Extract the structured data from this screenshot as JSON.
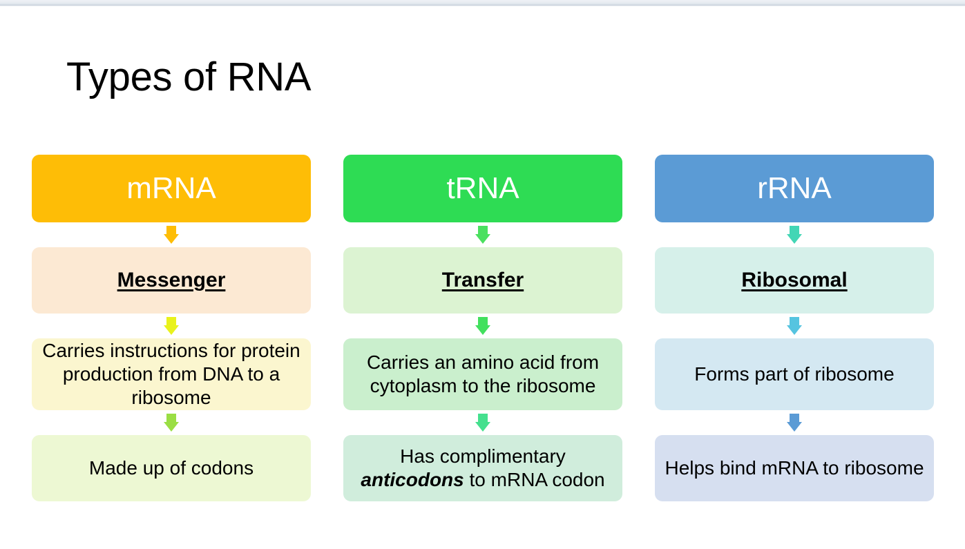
{
  "slide": {
    "title": "Types of RNA",
    "background": "#ffffff"
  },
  "columns": [
    {
      "id": "mrna",
      "header": {
        "label": "mRNA",
        "bg": "#febd06",
        "text": "#ffffff"
      },
      "arrow1": {
        "color": "#febd06",
        "icon": "down-arrow-icon"
      },
      "name": {
        "label": "Messenger",
        "bg": "#fce9d3"
      },
      "arrow2": {
        "color": "#e9f21b",
        "icon": "down-arrow-icon"
      },
      "desc1": {
        "label": "Carries instructions for protein production from DNA to a ribosome",
        "bg": "#fbf6cf"
      },
      "arrow3": {
        "color": "#9ade44",
        "icon": "down-arrow-icon"
      },
      "desc2": {
        "label": "Made up of codons",
        "bg": "#edf8d3"
      }
    },
    {
      "id": "trna",
      "header": {
        "label": "tRNA",
        "bg": "#2edc54",
        "text": "#ffffff"
      },
      "arrow1": {
        "color": "#4ae05f",
        "icon": "down-arrow-icon"
      },
      "name": {
        "label": "Transfer",
        "bg": "#dcf3d2"
      },
      "arrow2": {
        "color": "#42e05e",
        "icon": "down-arrow-icon"
      },
      "desc1": {
        "label": "Carries an amino acid from cytoplasm to the ribosome",
        "bg": "#caefcd"
      },
      "arrow3": {
        "color": "#45e08e",
        "icon": "down-arrow-icon"
      },
      "desc2_prefix": "Has complimentary ",
      "desc2_emphasis": "anticodons",
      "desc2_suffix": " to mRNA codon",
      "desc2_bg": "#d0eddc"
    },
    {
      "id": "rrna",
      "header": {
        "label": "rRNA",
        "bg": "#5b9bd5",
        "text": "#ffffff"
      },
      "arrow1": {
        "color": "#43d6b5",
        "icon": "down-arrow-icon"
      },
      "name": {
        "label": "Ribosomal",
        "bg": "#d6f0ea"
      },
      "arrow2": {
        "color": "#56c4e0",
        "icon": "down-arrow-icon"
      },
      "desc1": {
        "label": "Forms part of ribosome",
        "bg": "#d4e8f2"
      },
      "arrow3": {
        "color": "#5b9bd5",
        "icon": "down-arrow-icon"
      },
      "desc2": {
        "label": "Helps bind mRNA to ribosome",
        "bg": "#d6dff0"
      }
    }
  ]
}
